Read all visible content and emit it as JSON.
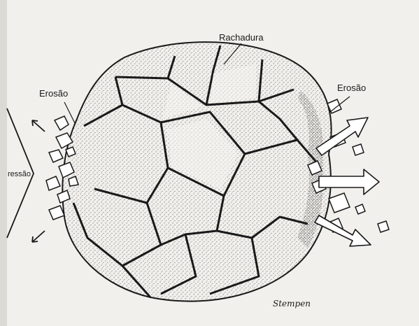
{
  "labels": {
    "crack": "Rachadura",
    "erosion_left": "Erosão",
    "erosion_right": "Erosão",
    "compression": "ressão",
    "signature": "Stempen"
  },
  "colors": {
    "background": "#f2f0ec",
    "ink": "#1a1a1a",
    "stipple": "#3a3a3a",
    "arrow_fill": "#ffffff"
  }
}
